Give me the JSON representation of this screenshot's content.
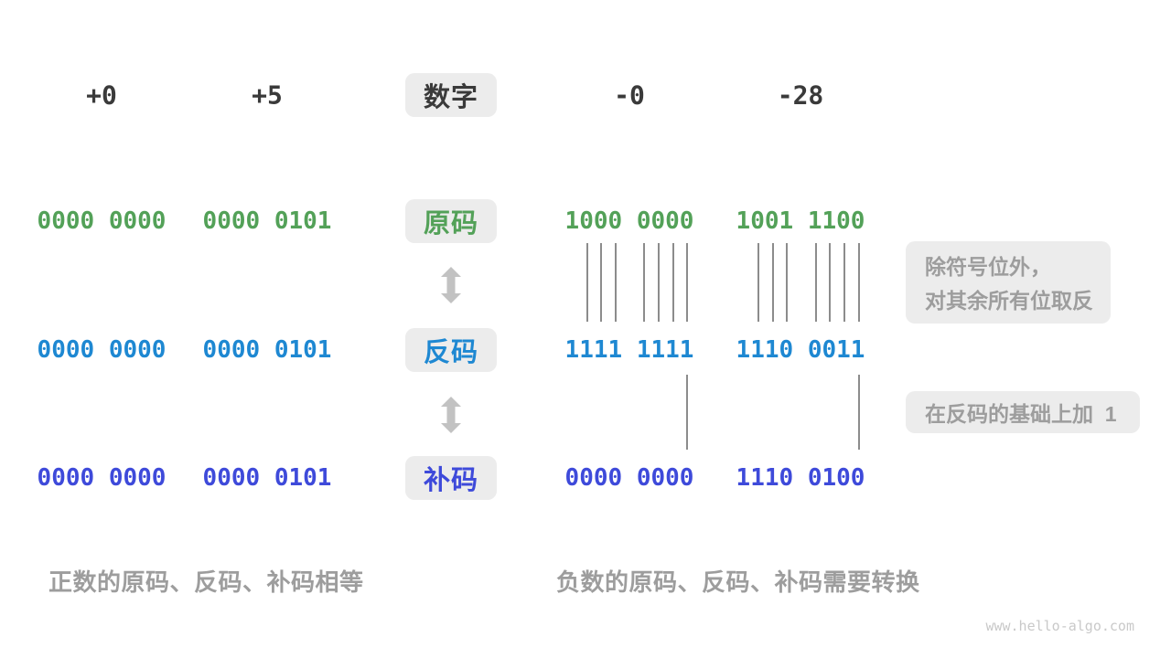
{
  "colors": {
    "ink": "#3A3A3A",
    "green": "#53A158",
    "blue": "#1E88D2",
    "indigo": "#3E4ADA",
    "gray_text": "#9D9D9D",
    "badge_bg": "#ECECEC",
    "line": "#8C8C8C",
    "arrow": "#C2C2C2",
    "watermark": "#C9C9C9"
  },
  "header": {
    "numbers": [
      "+0",
      "+5",
      "-0",
      "-28"
    ],
    "badge": "数字"
  },
  "rows": [
    {
      "badge": "原码",
      "values": [
        "0000 0000",
        "0000 0101",
        "1000 0000",
        "1001 1100"
      ]
    },
    {
      "badge": "反码",
      "values": [
        "0000 0000",
        "0000 0101",
        "1111 1111",
        "1110 0011"
      ]
    },
    {
      "badge": "补码",
      "values": [
        "0000 0000",
        "0000 0101",
        "0000 0000",
        "1110 0100"
      ]
    }
  ],
  "annotations": {
    "invert_line1": "除符号位外，",
    "invert_line2": "对其余所有位取反",
    "add_one": "在反码的基础上加  1"
  },
  "captions": {
    "positive": "正数的原码、反码、补码相等",
    "negative": "负数的原码、反码、补码需要转换"
  },
  "watermark": "www.hello-algo.com"
}
